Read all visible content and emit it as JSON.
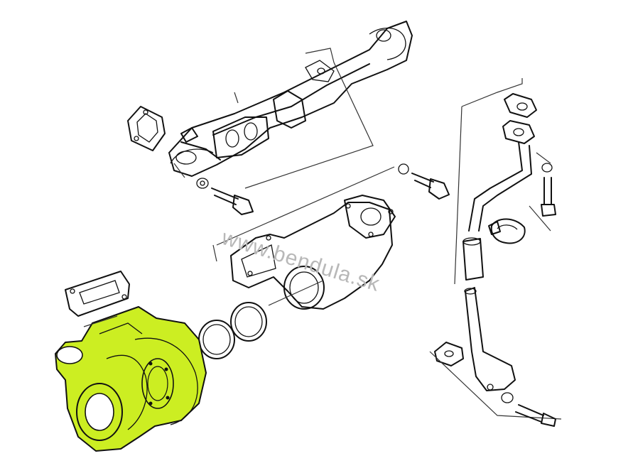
{
  "watermark": "www.bendula.sk",
  "colors": {
    "highlight": "#ccee22",
    "line": "#111111",
    "background": "#ffffff",
    "watermark": "#b8b8b8"
  },
  "parts": [
    {
      "name": "exhaust-manifold"
    },
    {
      "name": "manifold-gasket"
    },
    {
      "name": "manifold-bolt"
    },
    {
      "name": "exhaust-elbow"
    },
    {
      "name": "elbow-bolt"
    },
    {
      "name": "turbo-gasket"
    },
    {
      "name": "sealing-ring"
    },
    {
      "name": "turbocharger",
      "highlighted": true
    },
    {
      "name": "oil-pipe"
    },
    {
      "name": "pipe-clamp"
    },
    {
      "name": "pipe-bolt"
    }
  ]
}
